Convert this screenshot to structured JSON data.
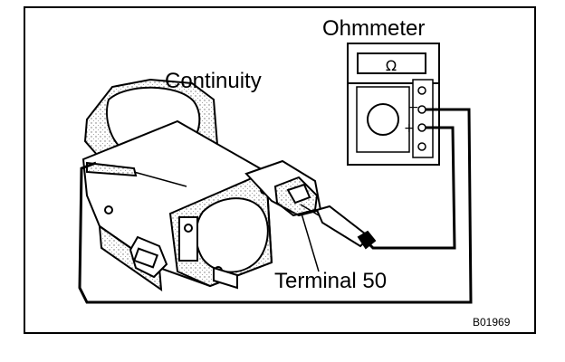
{
  "labels": {
    "ohmmeter": "Ohmmeter",
    "continuity": "Continuity",
    "terminal": "Terminal 50",
    "code": "B01969"
  },
  "meter": {
    "display_symbol": "Ω",
    "minus_sign": "−",
    "plus_sign": "+"
  },
  "icons": {
    "meter": "ohmmeter-icon",
    "starter": "starter-motor-illustration",
    "probe": "test-probe-icon"
  },
  "colors": {
    "ink": "#000000",
    "paper": "#ffffff",
    "stipple": "#6e6e6e"
  }
}
